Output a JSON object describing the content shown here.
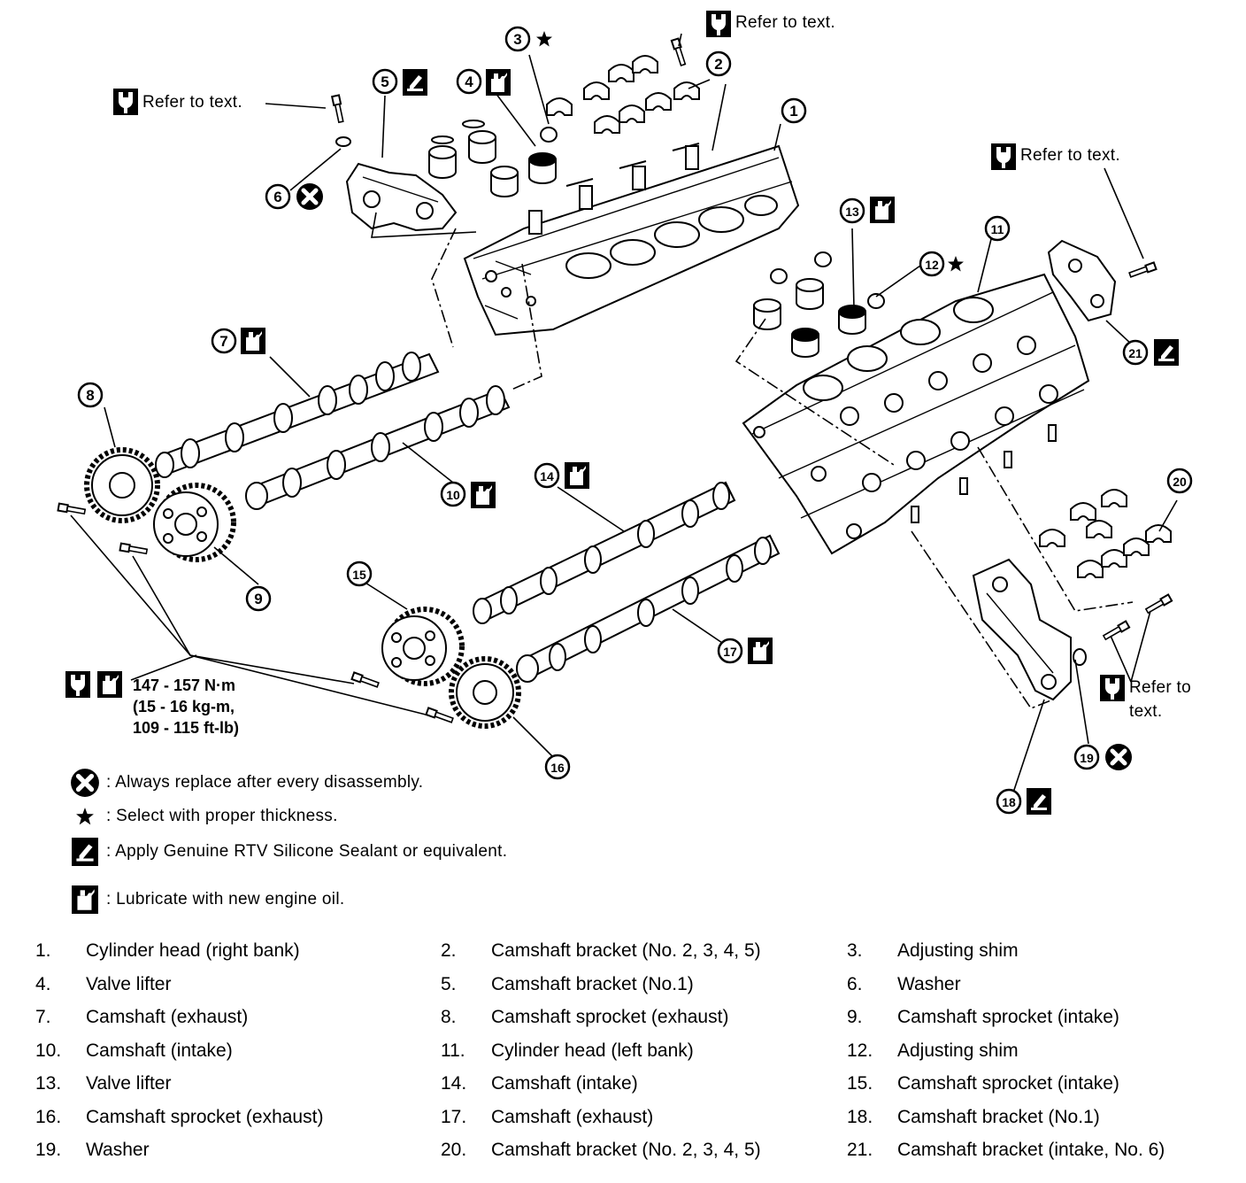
{
  "refer_text": "Refer to text.",
  "refer_split": {
    "line1": "Refer to",
    "line2": "text."
  },
  "torque": {
    "line1": "147 - 157 N·m",
    "line2": "(15 - 16 kg-m,",
    "line3": "109 - 115 ft-lb)"
  },
  "callout_numbers": [
    "1",
    "2",
    "3",
    "4",
    "5",
    "6",
    "7",
    "8",
    "9",
    "10",
    "11",
    "12",
    "13",
    "14",
    "15",
    "16",
    "17",
    "18",
    "19",
    "20",
    "21"
  ],
  "legend": [
    {
      "symbol": "replace-icon",
      "text": ": Always replace after every disassembly."
    },
    {
      "symbol": "star-icon",
      "text": ": Select with proper thickness."
    },
    {
      "symbol": "sealant-icon",
      "text": ": Apply Genuine RTV Silicone Sealant or equivalent."
    },
    {
      "symbol": "oil-icon",
      "text": ": Lubricate with new engine oil."
    }
  ],
  "parts": [
    {
      "num": "1.",
      "name": "Cylinder head (right bank)"
    },
    {
      "num": "2.",
      "name": "Camshaft bracket (No. 2, 3, 4, 5)"
    },
    {
      "num": "3.",
      "name": "Adjusting shim"
    },
    {
      "num": "4.",
      "name": "Valve lifter"
    },
    {
      "num": "5.",
      "name": "Camshaft bracket (No.1)"
    },
    {
      "num": "6.",
      "name": "Washer"
    },
    {
      "num": "7.",
      "name": "Camshaft (exhaust)"
    },
    {
      "num": "8.",
      "name": "Camshaft sprocket (exhaust)"
    },
    {
      "num": "9.",
      "name": "Camshaft sprocket (intake)"
    },
    {
      "num": "10.",
      "name": "Camshaft (intake)"
    },
    {
      "num": "11.",
      "name": "Cylinder head (left bank)"
    },
    {
      "num": "12.",
      "name": "Adjusting shim"
    },
    {
      "num": "13.",
      "name": "Valve lifter"
    },
    {
      "num": "14.",
      "name": "Camshaft (intake)"
    },
    {
      "num": "15.",
      "name": "Camshaft sprocket (intake)"
    },
    {
      "num": "16.",
      "name": "Camshaft sprocket (exhaust)"
    },
    {
      "num": "17.",
      "name": "Camshaft (exhaust)"
    },
    {
      "num": "18.",
      "name": "Camshaft bracket (No.1)"
    },
    {
      "num": "19.",
      "name": "Washer"
    },
    {
      "num": "20.",
      "name": "Camshaft bracket (No. 2, 3, 4, 5)"
    },
    {
      "num": "21.",
      "name": "Camshaft bracket (intake, No. 6)"
    }
  ]
}
